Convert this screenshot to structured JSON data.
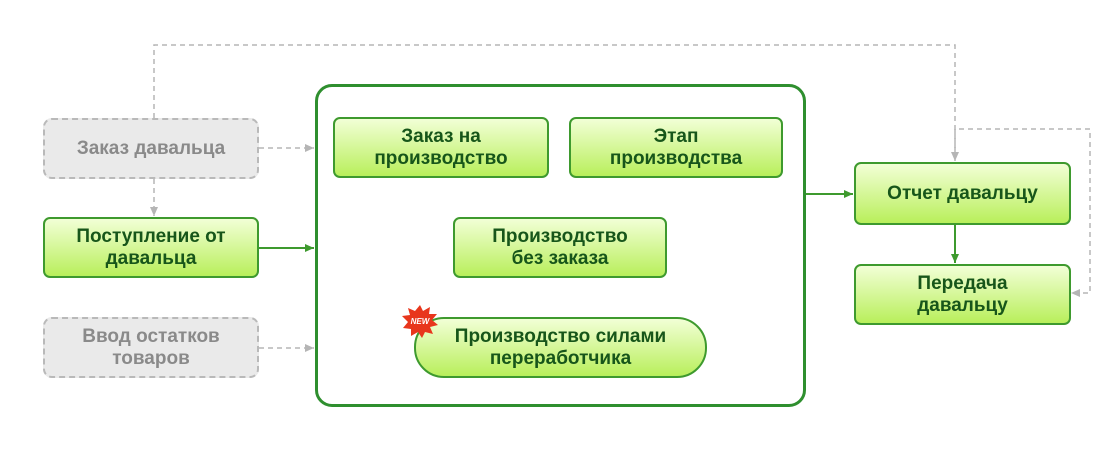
{
  "colors": {
    "green_border": "#3e9a2e",
    "green_fill_top": "#f2ffd6",
    "green_fill_bottom": "#b9ef5b",
    "green_text": "#17561a",
    "gray_text": "#8a8a8a",
    "gray_border": "#b9b9b9",
    "badge_red": "#e8361c"
  },
  "nodes": {
    "order_tolling": "Заказ давальца",
    "receipt_from_tolling": "Поступление от\nдавальца",
    "stock_input": "Ввод остатков\nтоваров",
    "production_order": "Заказ на\nпроизводство",
    "production_stage": "Этап\nпроизводства",
    "production_no_order": "Производство\nбез заказа",
    "production_by_processor": "Производство силами\nпереработчика",
    "report_tolling": "Отчет давальцу",
    "transfer_tolling": "Передача\nдавальцу"
  },
  "badge": {
    "text": "NEW",
    "icon": "new-burst-icon"
  }
}
